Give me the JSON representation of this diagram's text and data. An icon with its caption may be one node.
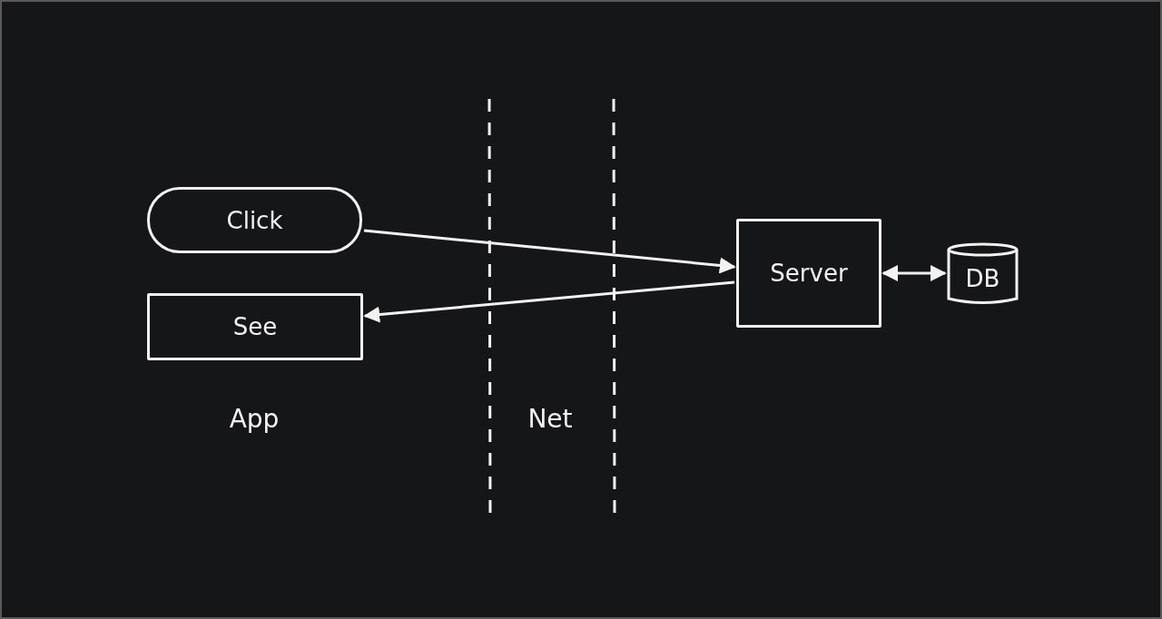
{
  "diagram": {
    "nodes": [
      {
        "text": [
          "Click"
        ]
      },
      {
        "text": [
          "See"
        ]
      },
      {
        "text": [
          "Server"
        ]
      },
      {
        "text": [
          "DB"
        ]
      }
    ],
    "edges": [
      {
        "from": 0,
        "to": 2,
        "arrow": "to"
      },
      {
        "from": 2,
        "to": 1,
        "arrow": "to"
      },
      {
        "from": 2,
        "to": 3,
        "arrow": "both"
      }
    ],
    "labels": [
      "App",
      "Net"
    ]
  }
}
